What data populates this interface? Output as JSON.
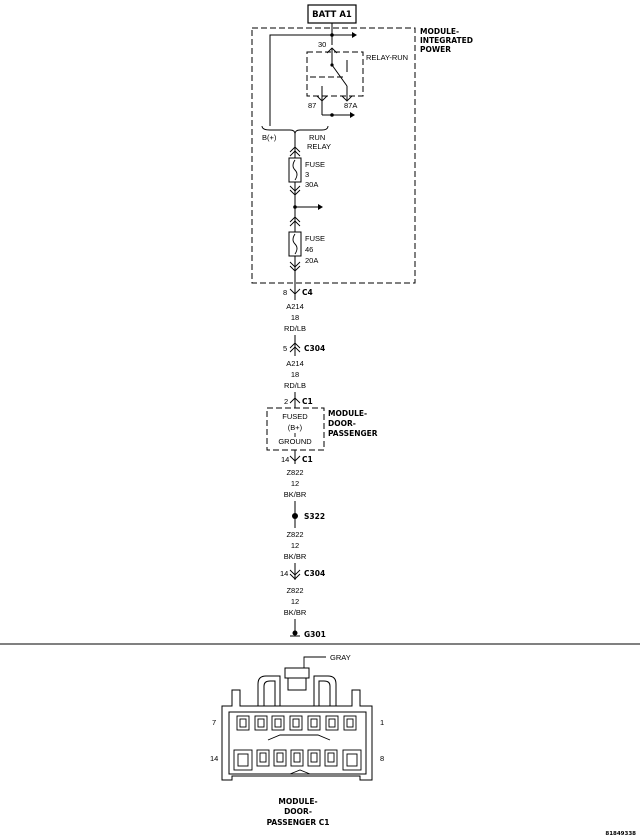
{
  "batt": "BATT A1",
  "module_power": {
    "line1": "MODULE-",
    "line2": "INTEGRATED",
    "line3": "POWER"
  },
  "relay": {
    "name": "RELAY-RUN",
    "pin30": "30",
    "pin87": "87",
    "pin87a": "87A",
    "left_label": "B(+)",
    "right_label_1": "RUN",
    "right_label_2": "RELAY"
  },
  "fuse3": {
    "name": "FUSE",
    "number": "3",
    "rating": "30A"
  },
  "fuse46": {
    "name": "FUSE",
    "number": "46",
    "rating": "20A"
  },
  "conn_c4": {
    "pin": "8",
    "name": "C4"
  },
  "wire_a214_1": {
    "circuit": "A214",
    "gauge": "18",
    "color": "RD/LB"
  },
  "conn_c304_a": {
    "pin": "5",
    "name": "C304"
  },
  "wire_a214_2": {
    "circuit": "A214",
    "gauge": "18",
    "color": "RD/LB"
  },
  "conn_c1_a": {
    "pin": "2",
    "name": "C1"
  },
  "module_door": {
    "line1": "MODULE-",
    "line2": "DOOR-",
    "line3": "PASSENGER",
    "fused": "FUSED",
    "bplus": "(B+)",
    "ground": "GROUND"
  },
  "conn_c1_b": {
    "pin": "14",
    "name": "C1"
  },
  "wire_z822_1": {
    "circuit": "Z822",
    "gauge": "12",
    "color": "BK/BR"
  },
  "splice": {
    "name": "S322"
  },
  "wire_z822_2": {
    "circuit": "Z822",
    "gauge": "12",
    "color": "BK/BR"
  },
  "conn_c304_b": {
    "pin": "14",
    "name": "C304"
  },
  "wire_z822_3": {
    "circuit": "Z822",
    "gauge": "12",
    "color": "BK/BR"
  },
  "ground": {
    "name": "G301"
  },
  "connector_view": {
    "color_label": "GRAY",
    "pin_top_left": "7",
    "pin_top_right": "1",
    "pin_bottom_left": "14",
    "pin_bottom_right": "8",
    "title_1": "MODULE-",
    "title_2": "DOOR-",
    "title_3": "PASSENGER C1"
  },
  "figure_id": "81849338"
}
